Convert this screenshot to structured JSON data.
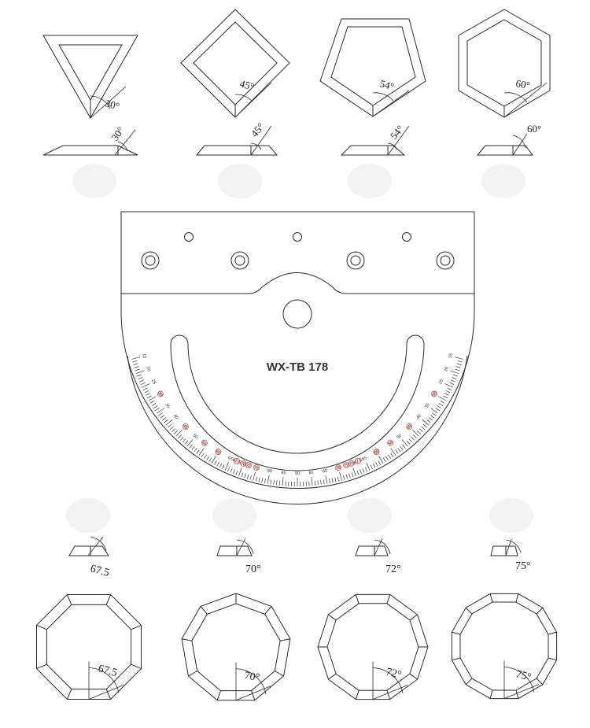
{
  "top_row": [
    {
      "sides": 3,
      "polygon_label": "30°",
      "bevel_label": "30°"
    },
    {
      "sides": 4,
      "polygon_label": "45°",
      "bevel_label": "45°"
    },
    {
      "sides": 5,
      "polygon_label": "54°",
      "bevel_label": "54°"
    },
    {
      "sides": 6,
      "polygon_label": "60°",
      "bevel_label": "60°"
    }
  ],
  "bottom_row": [
    {
      "sides": 8,
      "bevel_label": "67.5",
      "polygon_label": "67.5"
    },
    {
      "sides": 9,
      "bevel_label": "70°",
      "polygon_label": "70°"
    },
    {
      "sides": 10,
      "bevel_label": "72°",
      "polygon_label": "72°"
    },
    {
      "sides": 12,
      "bevel_label": "75°",
      "polygon_label": "75°"
    }
  ],
  "tool": {
    "model_label": "WX-TB 178",
    "scale_labels_left": [
      "15",
      "20",
      "25",
      "30",
      "35",
      "40",
      "45",
      "50",
      "54",
      "60",
      "65",
      "67.5",
      "70",
      "72",
      "75",
      "80",
      "85",
      "90"
    ],
    "scale_labels_right": [
      "85",
      "80",
      "75",
      "72",
      "70",
      "67.5",
      "65",
      "60",
      "54",
      "50",
      "45",
      "40",
      "35",
      "30",
      "25",
      "20",
      "15"
    ],
    "highlighted_angles": [
      "30",
      "45",
      "54",
      "60",
      "67.5",
      "70",
      "72",
      "75"
    ]
  }
}
